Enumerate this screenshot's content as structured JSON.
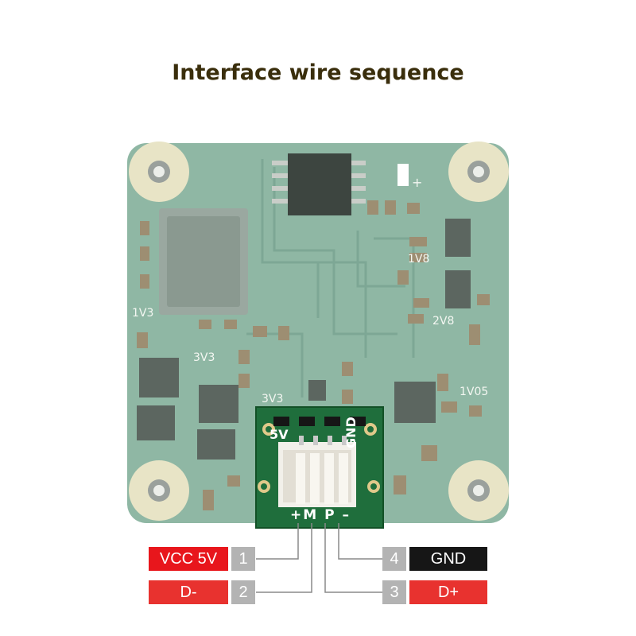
{
  "title": "Interface wire sequence",
  "pcb_labels": [
    "1V8",
    "2V8",
    "1V3",
    "3V3",
    "3V3",
    "1V05",
    "+"
  ],
  "connector_labels": {
    "left": "5V",
    "right": "GND",
    "bottom": "+M P –"
  },
  "pins": [
    {
      "num": "1",
      "label": "VCC 5V",
      "color": "#e8161c"
    },
    {
      "num": "2",
      "label": "D-",
      "color": "#e8322f"
    },
    {
      "num": "3",
      "label": "D+",
      "color": "#e8322f"
    },
    {
      "num": "4",
      "label": "GND",
      "color": "#161616"
    }
  ],
  "colors": {
    "pcb": "#8fb7a4",
    "connector_board": "#1f6e3c",
    "mount_pad": "#e8e4c6",
    "wire": "#8a8a8a"
  }
}
